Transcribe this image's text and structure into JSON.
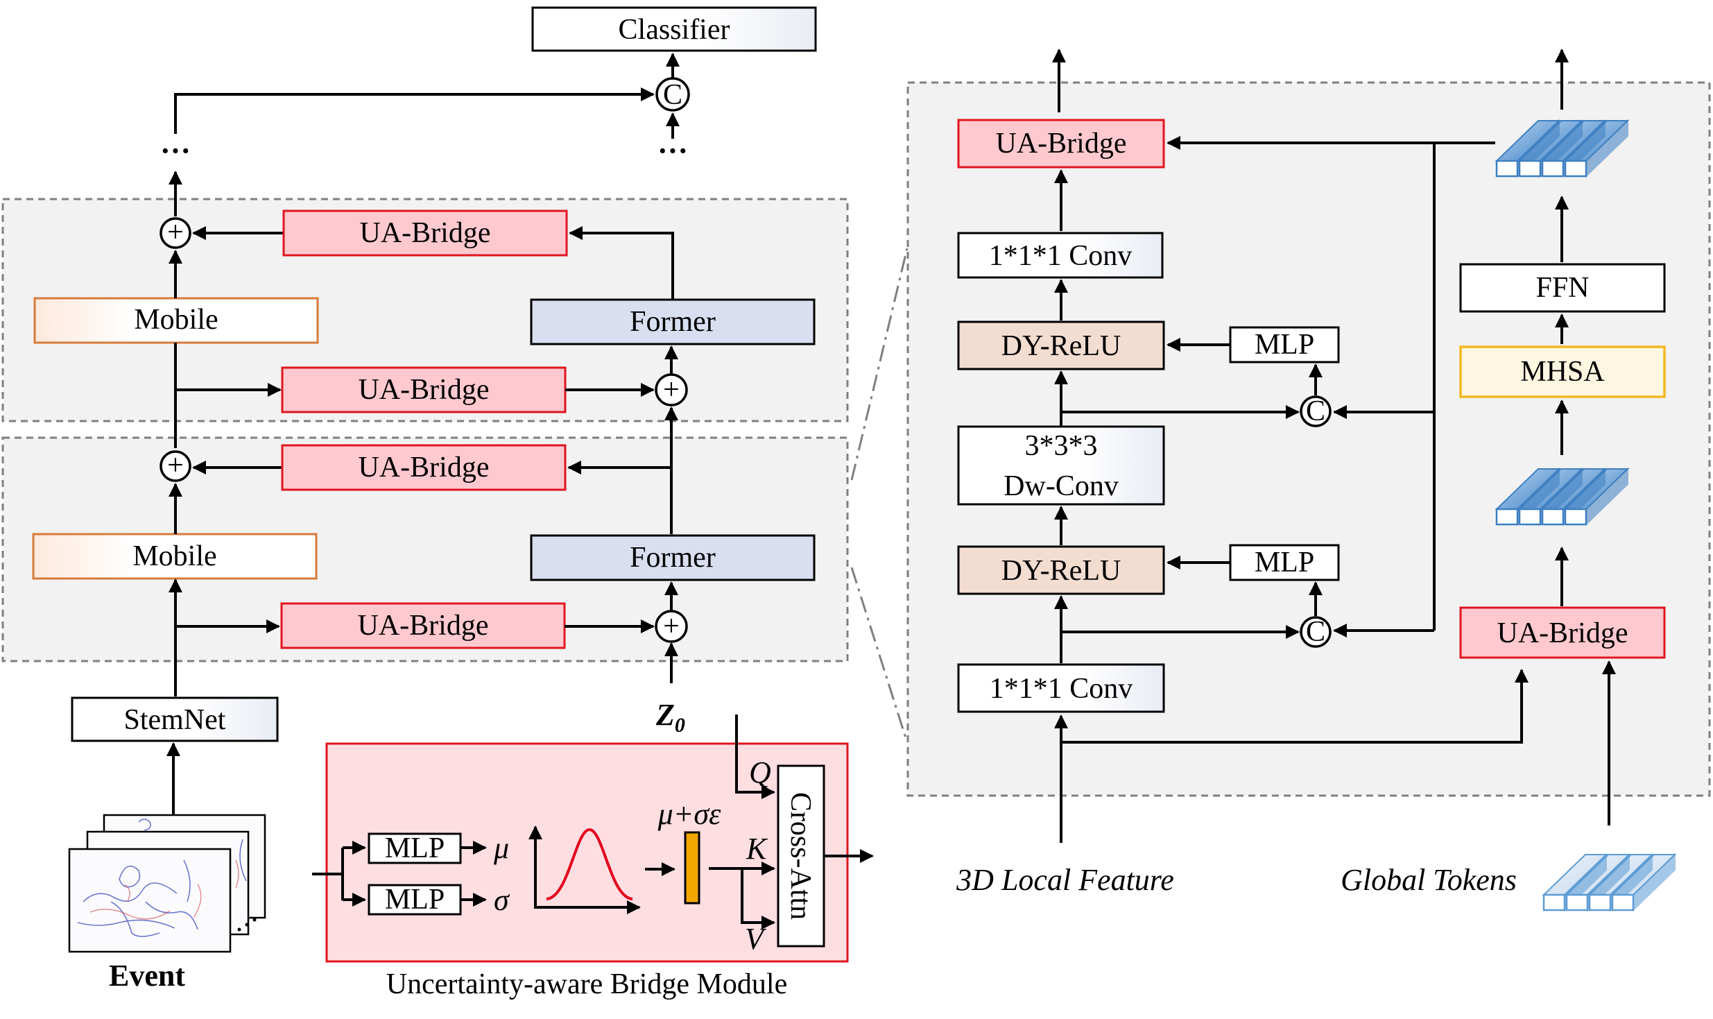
{
  "backbone": {
    "classifier": "Classifier",
    "concat_symbol": "C",
    "add_symbol": "+",
    "ellipsis": "···",
    "mobile_label": "Mobile",
    "former_label": "Former",
    "bridge_label": "UA-Bridge",
    "stem_label": "StemNet",
    "z0_label": "Z",
    "z0_sub": "0",
    "event_label": "Event"
  },
  "bridge_module": {
    "title": "Uncertainty-aware Bridge Module",
    "mlp_label": "MLP",
    "mu": "μ",
    "sigma": "σ",
    "reparam": "μ+σε",
    "q": "Q",
    "k": "K",
    "v": "V",
    "cross_attn": "Cross-Attn"
  },
  "detail": {
    "ua_bridge": "UA-Bridge",
    "conv1": "1*1*1 Conv",
    "dyrelu": "DY-ReLU",
    "mlp": "MLP",
    "dwconv_line1": "3*3*3",
    "dwconv_line2": "Dw-Conv",
    "ffn": "FFN",
    "mhsa": "MHSA",
    "local_feature": "3D Local Feature",
    "global_tokens": "Global Tokens"
  },
  "colors": {
    "bridge_fill": "#ffc9cf",
    "bridge_stroke": "#e0151f",
    "former_fill": "#d9def0",
    "mobile_stroke": "#d77a3a",
    "dyrelu_fill": "#f3dcd0",
    "mhsa_fill": "#fdf6e0",
    "mhsa_stroke": "#f2b822",
    "panel_fill": "#f2f2f2",
    "module_fill": "#ffdee2",
    "token_blue": "#5b9bd5",
    "gaussian": "#e3001b",
    "eps_bar": "#f2a600"
  }
}
